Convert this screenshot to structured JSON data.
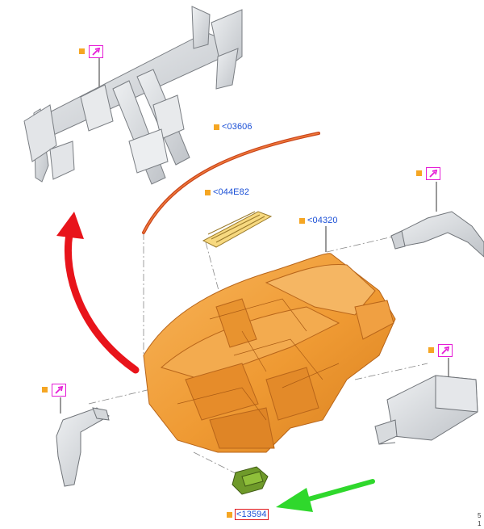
{
  "colors": {
    "part_highlight": "#f0a23c",
    "part_outline": "#b8651a",
    "gray_part": "#d7d9dc",
    "green_part": "#6f9a2a",
    "ref_text": "#1a4fd6",
    "link_box": "#e51bd6",
    "selected_box": "#e0161b",
    "arrow_red": "#e8141b",
    "arrow_green": "#2fd82c",
    "bullet": "#f5a623"
  },
  "callouts": [
    {
      "name": "callout-03606",
      "label": "<03606",
      "selected": false
    },
    {
      "name": "callout-044e82",
      "label": "<044E82",
      "selected": false
    },
    {
      "name": "callout-04320",
      "label": "<04320",
      "selected": false
    },
    {
      "name": "callout-13594",
      "label": "<13594",
      "selected": true
    }
  ],
  "link_boxes": [
    {
      "name": "link-crossmember",
      "icon": "arrow-link-icon"
    },
    {
      "name": "link-right-duct",
      "icon": "arrow-link-icon"
    },
    {
      "name": "link-glovebox",
      "icon": "arrow-link-icon"
    },
    {
      "name": "link-left-duct",
      "icon": "arrow-link-icon"
    }
  ],
  "corner_marks": [
    "5",
    "1"
  ]
}
